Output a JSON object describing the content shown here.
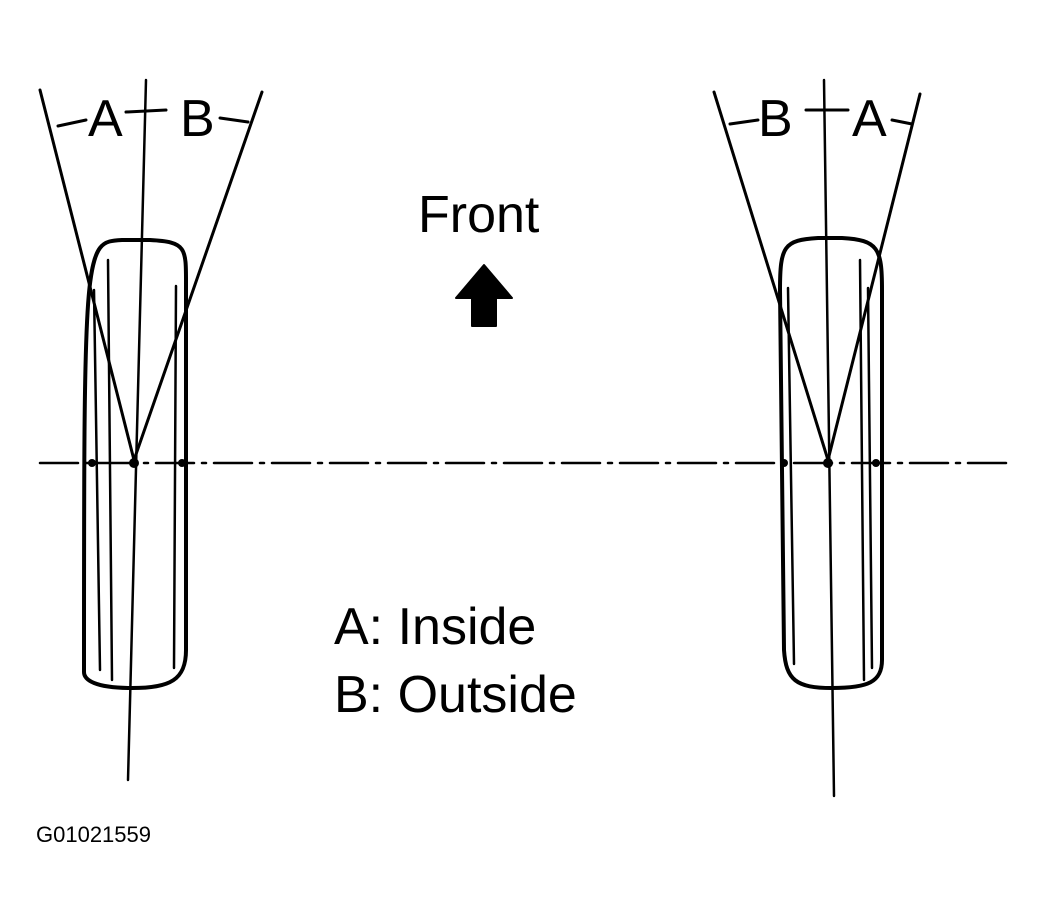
{
  "diagram": {
    "direction_label": "Front",
    "left_wheel": {
      "label_a": "A",
      "label_b": "B"
    },
    "right_wheel": {
      "label_a": "A",
      "label_b": "B"
    },
    "legend": {
      "line_a": "A: Inside",
      "line_b": "B: Outside"
    },
    "figure_id": "G01021559",
    "icons": {
      "direction": "arrow-up-icon"
    }
  }
}
